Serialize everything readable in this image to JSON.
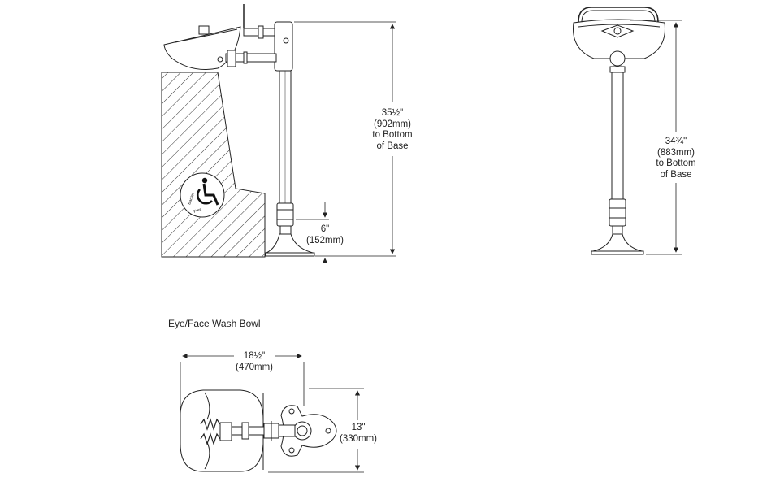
{
  "side_view": {
    "height_dim": [
      "35½\"",
      "(902mm)",
      "to Bottom",
      "of Base"
    ],
    "base_dim": [
      "6\"",
      "(152mm)"
    ],
    "access_symbol_text": [
      "Barrier",
      "Free"
    ]
  },
  "front_view": {
    "height_dim": [
      "34¾\"",
      "(883mm)",
      "to Bottom",
      "of Base"
    ]
  },
  "bowl_plan": {
    "caption": "Eye/Face Wash Bowl",
    "width_dim": [
      "18½\"",
      "(470mm)"
    ],
    "depth_dim": [
      "13\"",
      "(330mm)"
    ]
  },
  "colors": {
    "line": "#222222",
    "fill": "#ffffff",
    "hatch": "#333333"
  }
}
